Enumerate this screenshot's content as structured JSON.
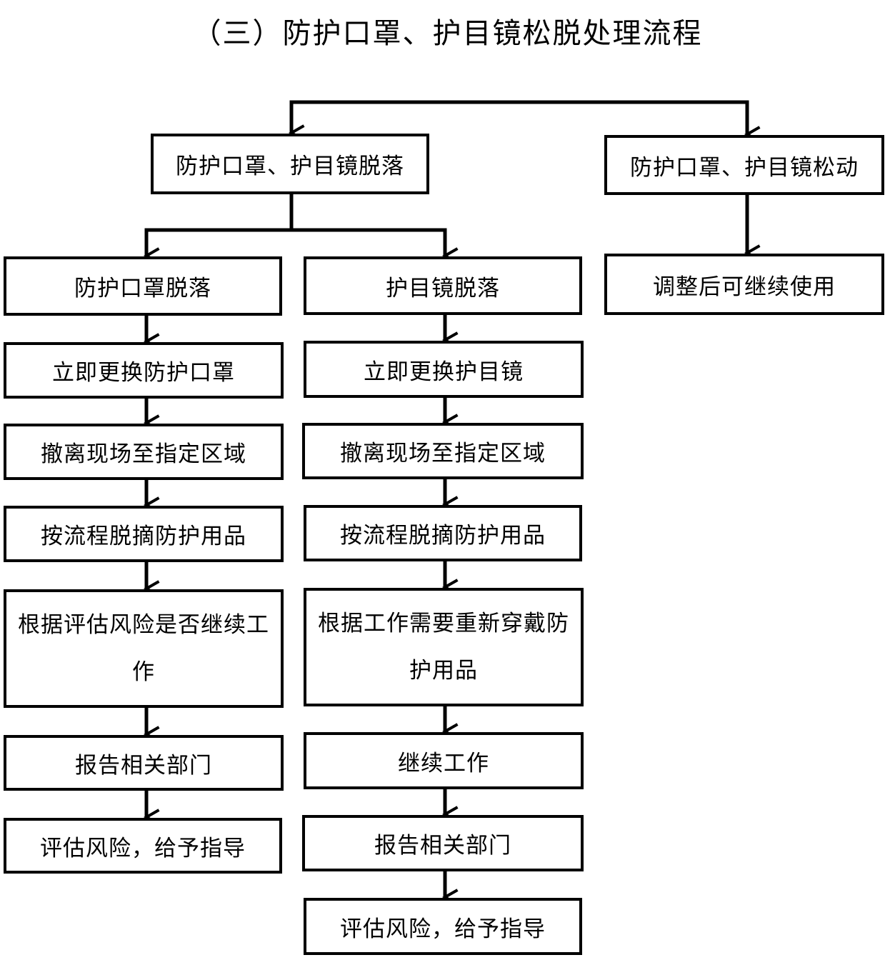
{
  "title": "（三）防护口罩、护目镜松脱处理流程",
  "top": {
    "fall_off": "防护口罩、护目镜脱落",
    "loose": "防护口罩、护目镜松动"
  },
  "loose_branch": {
    "step1": "调整后可继续使用"
  },
  "mask_branch": {
    "header": "防护口罩脱落",
    "steps": [
      "立即更换防护口罩",
      "撤离现场至指定区域",
      "按流程脱摘防护用品",
      "根据评估风险是否继续工作",
      "报告相关部门",
      "评估风险，给予指导"
    ]
  },
  "goggles_branch": {
    "header": "护目镜脱落",
    "steps": [
      "立即更换护目镜",
      "撤离现场至指定区域",
      "按流程脱摘防护用品",
      "根据工作需要重新穿戴防护用品",
      "继续工作",
      "报告相关部门",
      "评估风险，给予指导"
    ]
  }
}
